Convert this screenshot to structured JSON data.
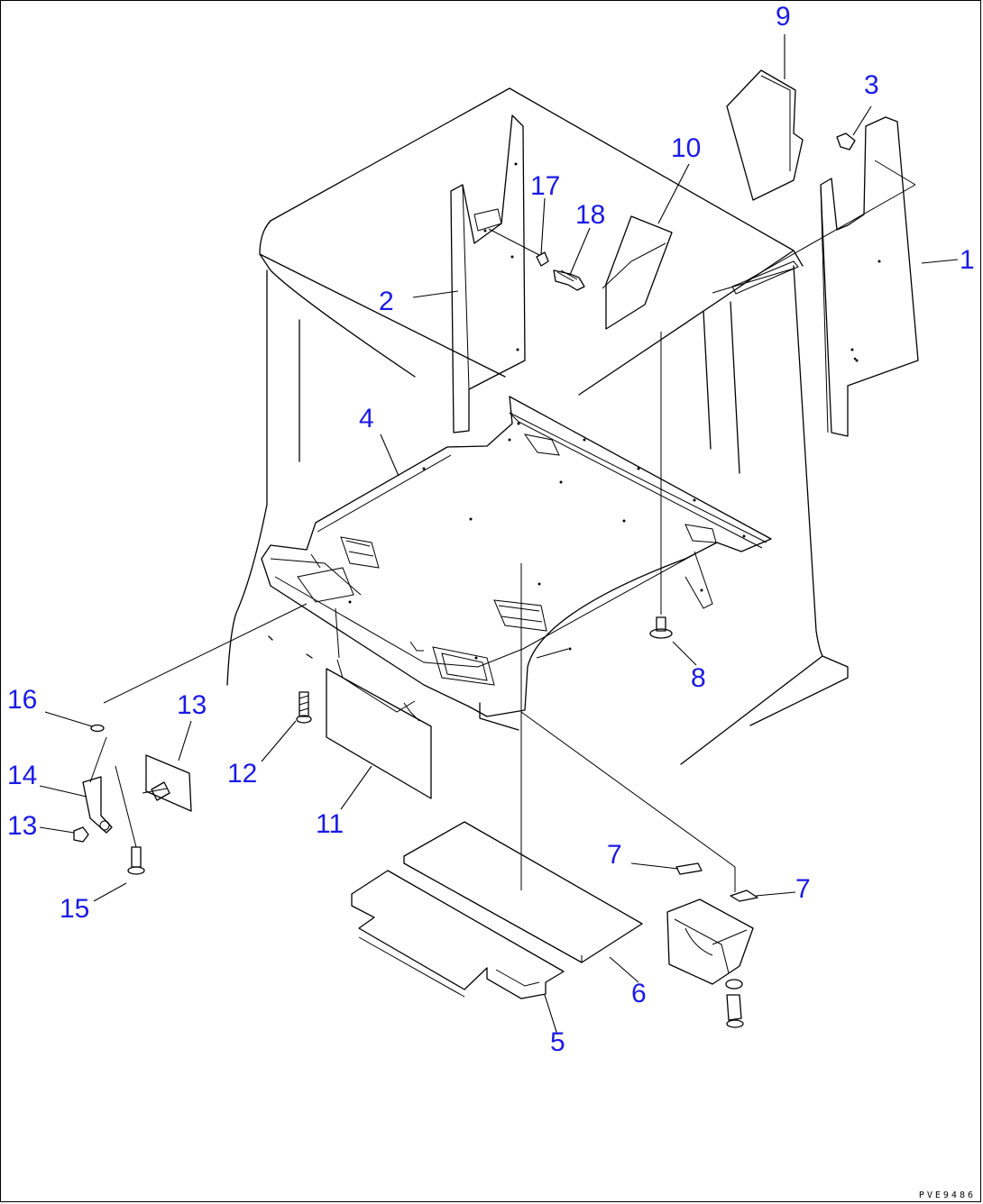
{
  "diagram": {
    "drawing_code": "PVE9486",
    "callouts": [
      {
        "id": "c1",
        "label": "1"
      },
      {
        "id": "c2",
        "label": "2"
      },
      {
        "id": "c3",
        "label": "3"
      },
      {
        "id": "c4",
        "label": "4"
      },
      {
        "id": "c5",
        "label": "5"
      },
      {
        "id": "c6",
        "label": "6"
      },
      {
        "id": "c7a",
        "label": "7"
      },
      {
        "id": "c7b",
        "label": "7"
      },
      {
        "id": "c8",
        "label": "8"
      },
      {
        "id": "c9",
        "label": "9"
      },
      {
        "id": "c10",
        "label": "10"
      },
      {
        "id": "c11",
        "label": "11"
      },
      {
        "id": "c12",
        "label": "12"
      },
      {
        "id": "c13a",
        "label": "13"
      },
      {
        "id": "c13b",
        "label": "13"
      },
      {
        "id": "c14",
        "label": "14"
      },
      {
        "id": "c15",
        "label": "15"
      },
      {
        "id": "c16",
        "label": "16"
      },
      {
        "id": "c17",
        "label": "17"
      },
      {
        "id": "c18",
        "label": "18"
      }
    ]
  }
}
